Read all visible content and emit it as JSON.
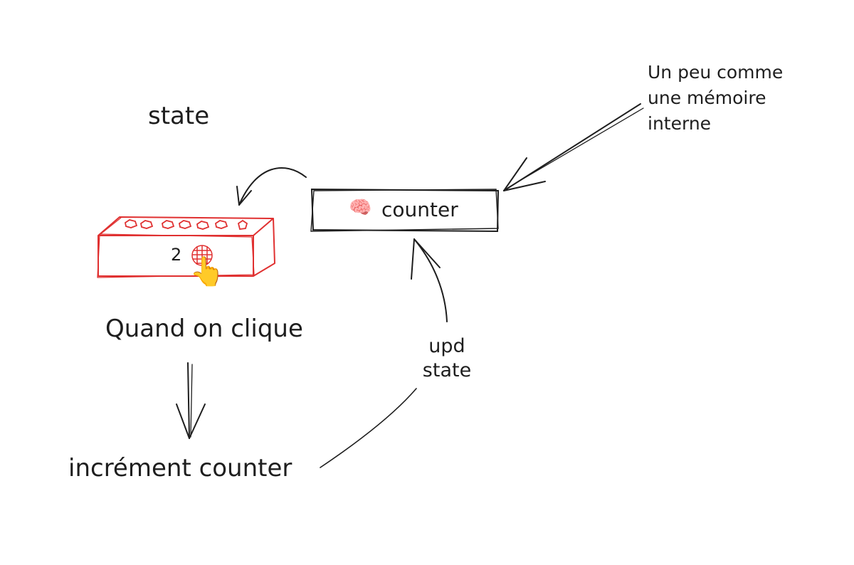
{
  "diagram": {
    "title": "state",
    "note_lines": [
      "Un peu comme",
      "une mémoire",
      "interne"
    ],
    "counter_box": {
      "icon": "brain-icon",
      "icon_glyph": "🧠",
      "label": "counter"
    },
    "button": {
      "value": "2",
      "pointer_icon": "pointing-hand-icon",
      "pointer_glyph": "👆"
    },
    "click_text": "Quand on clique",
    "increment_text": "incrément counter",
    "update_lines": [
      "upd",
      "state"
    ],
    "colors": {
      "ink": "#1e1e1e",
      "button_red": "#e03131",
      "background": "#ffffff"
    }
  }
}
